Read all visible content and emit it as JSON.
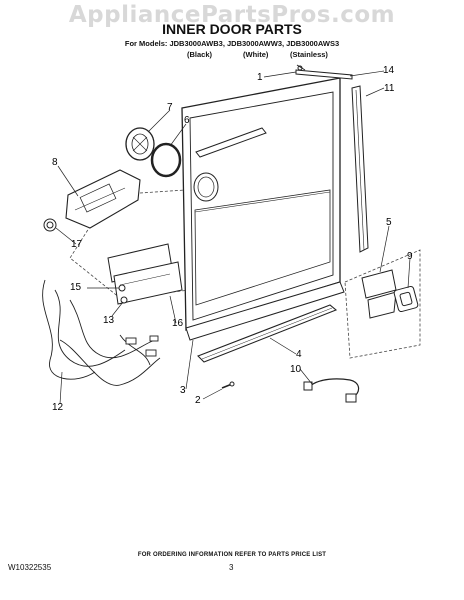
{
  "watermark": "AppliancePartsPros.com",
  "header": {
    "title": "INNER DOOR PARTS",
    "models": "For Models: JDB3000AWB3, JDB3000AWW3, JDB3000AWS3",
    "variants": [
      "(Black)",
      "(White)",
      "(Stainless)"
    ]
  },
  "callouts": [
    {
      "id": "c1",
      "label": "1"
    },
    {
      "id": "c14",
      "label": "14"
    },
    {
      "id": "c11",
      "label": "11"
    },
    {
      "id": "c7",
      "label": "7"
    },
    {
      "id": "c6",
      "label": "6"
    },
    {
      "id": "c8",
      "label": "8"
    },
    {
      "id": "c17",
      "label": "17"
    },
    {
      "id": "c5",
      "label": "5"
    },
    {
      "id": "c9",
      "label": "9"
    },
    {
      "id": "c15",
      "label": "15"
    },
    {
      "id": "c13",
      "label": "13"
    },
    {
      "id": "c16",
      "label": "16"
    },
    {
      "id": "c4",
      "label": "4"
    },
    {
      "id": "c10",
      "label": "10"
    },
    {
      "id": "c3",
      "label": "3"
    },
    {
      "id": "c2",
      "label": "2"
    },
    {
      "id": "c12",
      "label": "12"
    }
  ],
  "footer": {
    "note": "FOR ORDERING INFORMATION REFER TO PARTS PRICE LIST",
    "doc_number": "W10322535",
    "page_number": "3"
  }
}
